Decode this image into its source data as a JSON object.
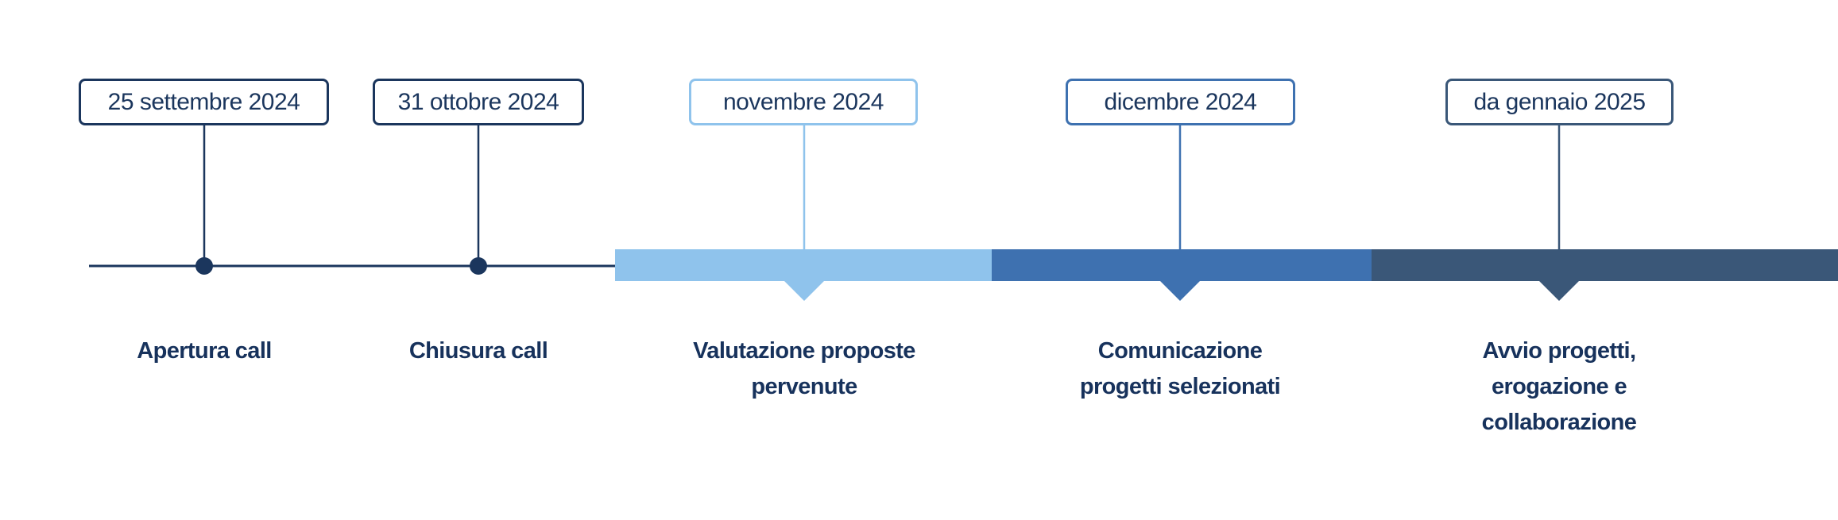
{
  "colors": {
    "dark": "#1b365d",
    "light": "#8fc3ec",
    "mid": "#3e71b0",
    "slate": "#3a5778"
  },
  "milestones": [
    {
      "date": "25 settembre 2024",
      "label_lines": [
        "Apertura call"
      ],
      "kind": "point",
      "color": "#1b365d"
    },
    {
      "date": "31 ottobre 2024",
      "label_lines": [
        "Chiusura call"
      ],
      "kind": "point",
      "color": "#1b365d"
    },
    {
      "date": "novembre 2024",
      "label_lines": [
        "Valutazione proposte",
        "pervenute"
      ],
      "kind": "phase",
      "color": "#8fc3ec"
    },
    {
      "date": "dicembre 2024",
      "label_lines": [
        "Comunicazione",
        "progetti selezionati"
      ],
      "kind": "phase",
      "color": "#3e71b0"
    },
    {
      "date": "da gennaio 2025",
      "label_lines": [
        "Avvio progetti,",
        "erogazione e",
        "collaborazione"
      ],
      "kind": "phase",
      "color": "#3a5778"
    }
  ]
}
